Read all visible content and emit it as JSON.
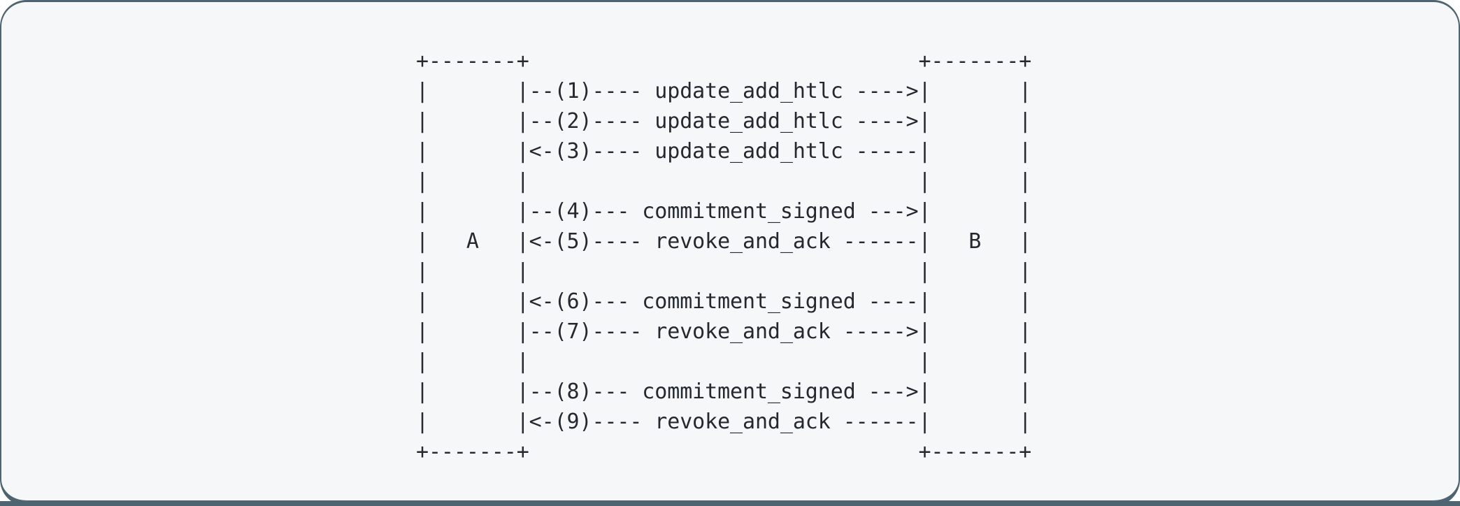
{
  "colors": {
    "page_background": "#ffffff",
    "panel_background": "#f5f7f9",
    "frame_slate": "#4e6470",
    "text": "#242930"
  },
  "diagram": {
    "kind": "ascii-sequence-diagram",
    "nodes": [
      {
        "id": "A",
        "label": "A"
      },
      {
        "id": "B",
        "label": "B"
      }
    ],
    "messages": [
      {
        "seq": 1,
        "from": "A",
        "to": "B",
        "label": "update_add_htlc"
      },
      {
        "seq": 2,
        "from": "A",
        "to": "B",
        "label": "update_add_htlc"
      },
      {
        "seq": 3,
        "from": "B",
        "to": "A",
        "label": "update_add_htlc"
      },
      {
        "seq": 4,
        "from": "A",
        "to": "B",
        "label": "commitment_signed"
      },
      {
        "seq": 5,
        "from": "B",
        "to": "A",
        "label": "revoke_and_ack"
      },
      {
        "seq": 6,
        "from": "B",
        "to": "A",
        "label": "commitment_signed"
      },
      {
        "seq": 7,
        "from": "A",
        "to": "B",
        "label": "revoke_and_ack"
      },
      {
        "seq": 8,
        "from": "A",
        "to": "B",
        "label": "commitment_signed"
      },
      {
        "seq": 9,
        "from": "B",
        "to": "A",
        "label": "revoke_and_ack"
      }
    ],
    "text": "+-------+                               +-------+\n|       |--(1)---- update_add_htlc ---->|       |\n|       |--(2)---- update_add_htlc ---->|       |\n|       |<-(3)---- update_add_htlc -----|       |\n|       |                               |       |\n|       |--(4)--- commitment_signed --->|       |\n|   A   |<-(5)---- revoke_and_ack ------|   B   |\n|       |                               |       |\n|       |<-(6)--- commitment_signed ----|       |\n|       |--(7)---- revoke_and_ack ----->|       |\n|       |                               |       |\n|       |--(8)--- commitment_signed --->|       |\n|       |<-(9)---- revoke_and_ack ------|       |\n+-------+                               +-------+"
  }
}
